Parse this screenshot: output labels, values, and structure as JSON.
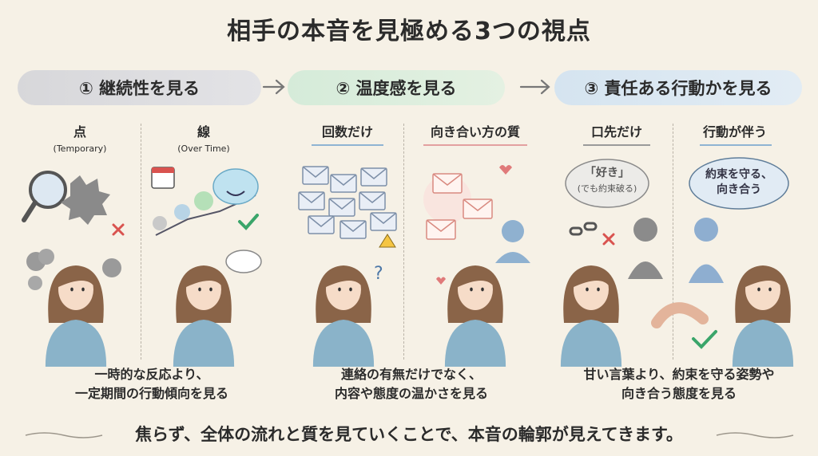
{
  "title": "相手の本音を見極める3つの視点",
  "sections": [
    {
      "label": "① 継続性を見る",
      "color": "#d9d9dc"
    },
    {
      "label": "② 温度感を見る",
      "color": "#d8ecda"
    },
    {
      "label": "③ 責任ある行動かを見る",
      "color": "#d8e6f1"
    }
  ],
  "columns": {
    "point": {
      "label": "点",
      "sub": "(Temporary)"
    },
    "line": {
      "label": "線",
      "sub": "(Over Time)"
    },
    "count_only": {
      "label": "回数だけ"
    },
    "quality": {
      "label": "向き合い方の質"
    },
    "words_only": {
      "label": "口先だけ"
    },
    "action": {
      "label": "行動が伴う"
    }
  },
  "bubbles": {
    "suki": "「好き」",
    "suki_sub": "(でも約束破る)",
    "promise_1": "約束を守る、",
    "promise_2": "向き合う"
  },
  "captions": {
    "c1_line1": "一時的な反応より、",
    "c1_line2": "一定期間の行動傾向を見る",
    "c2_line1": "連絡の有無だけでなく、",
    "c2_line2": "内容や態度の温かさを見る",
    "c3_line1": "甘い言葉より、約束を守る姿勢や",
    "c3_line2": "向き合う態度を見る"
  },
  "footer": "焦らず、全体の流れと質を見ていくことで、本音の輪郭が見えてきます。",
  "colors": {
    "background": "#f6f1e6",
    "gray_underline": "#9a9a9a",
    "blue_underline": "#8fb4d3",
    "red_underline": "#e3a0a0",
    "check_green": "#3aa56a",
    "cross_red": "#d9534f"
  }
}
